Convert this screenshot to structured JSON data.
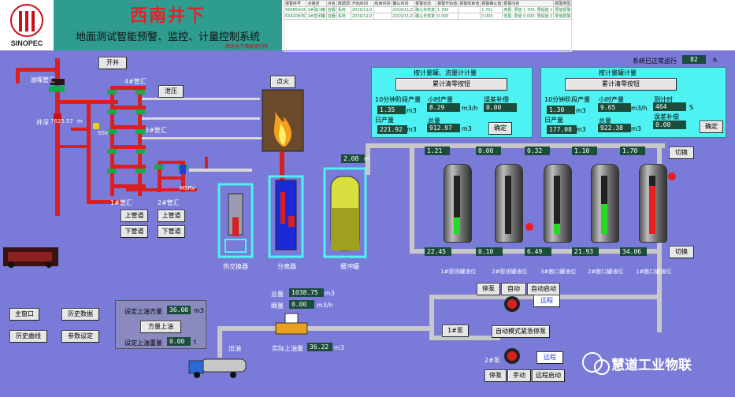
{
  "header": {
    "title": "西南井下",
    "subtitle": "地面测试智能预警、监控、计量控制系统",
    "tag": "西南井下储层研究院"
  },
  "alarm_table": {
    "columns": [
      "报警序号",
      "点描述",
      "点名",
      "数据源",
      "开始时间",
      "结束时间",
      "确认时间",
      "报警状态",
      "报警开始值",
      "报警结束值",
      "报警确认值",
      "报警内容",
      "报警类型"
    ],
    "rows": [
      [
        "56685443",
        "1#融口罐",
        "容器",
        "系统",
        "2019/11/2",
        "",
        "2019/11/2",
        "确认未恢复",
        "1.700",
        "",
        "1.701",
        "高报: 限值 1.700; 限幅值 1",
        "限值报警"
      ],
      [
        "63420836",
        "2#密闭罐",
        "容器",
        "系统",
        "2019/11/2",
        "",
        "2019/11/2",
        "确认未恢复",
        "0.000",
        "",
        "0.000",
        "低报: 限值 0.000; 限幅值 0",
        "限值报警"
      ]
    ]
  },
  "status": {
    "label": "系统已正常运行",
    "value": "82",
    "unit": "h"
  },
  "wellhead": {
    "open_well": "开井",
    "choke": "油嘴管汇",
    "manifold_4": "4#管汇",
    "manifold_3": "3#管汇",
    "manifold_2": "2#管汇",
    "manifold_1": "1#管汇",
    "depth_label": "井深",
    "depth_value": "7635.57",
    "depth_unit": "m",
    "ssv": "SSV",
    "msrv": "MSRV",
    "pressure_relief": "泄压",
    "up_line_1": "上管道",
    "up_line_2": "上管道",
    "down_line_1": "下管道",
    "down_line_2": "下管道"
  },
  "process": {
    "ignite": "点火",
    "heat_exchanger": "热交换器",
    "separator": "分离器",
    "buffer_tank": "缓冲罐",
    "buffer_value": "2.08",
    "buffer_unit": "m"
  },
  "panel_left": {
    "title": "按计量罐、流量计计量",
    "reset_button": "累计清零按钮",
    "ten_min_label": "10分钟阶段产量",
    "ten_min_value": "1.35",
    "hour_label": "小时产量",
    "hour_value": "8.29",
    "error_label": "误差补偿",
    "error_value": "0.00",
    "day_label": "日产量",
    "day_value": "221.92",
    "total_label": "总量",
    "total_value": "912.97",
    "confirm": "确定",
    "unit_m3": "m3",
    "unit_m3h": "m3/h"
  },
  "panel_right": {
    "title": "按计量罐计量",
    "reset_button": "累计清零按钮",
    "ten_min_label": "10分钟阶段产量",
    "ten_min_value": "1.30",
    "hour_label": "小时产量",
    "hour_value": "9.65",
    "measure_time_label": "测计时",
    "measure_time_value": "464",
    "measure_time_unit": "S",
    "day_label": "日产量",
    "day_value": "177.08",
    "total_label": "总量",
    "total_value": "922.38",
    "error_label": "误差补偿",
    "error_value": "0.00",
    "confirm": "确定",
    "unit_m3": "m3",
    "unit_m3h": "m3/h"
  },
  "tanks": [
    {
      "top": "1.21",
      "bottom": "22.45",
      "label": "1#密闭罐液位",
      "level": 0.28,
      "color": "#2ad82a"
    },
    {
      "top": "0.00",
      "bottom": "0.10",
      "label": "2#密闭罐液位",
      "level": 0.0,
      "color": "#2ad82a"
    },
    {
      "top": "0.32",
      "bottom": "6.49",
      "label": "3#敞口罐液位",
      "level": 0.17,
      "color": "#2ad82a"
    },
    {
      "top": "1.10",
      "bottom": "21.93",
      "label": "2#敞口罐液位",
      "level": 0.52,
      "color": "#2ad82a"
    },
    {
      "top": "1.70",
      "bottom": "34.06",
      "label": "1#敞口罐液位",
      "level": 0.82,
      "color": "#e82020"
    }
  ],
  "switch_top": "切换",
  "switch_bottom": "切换",
  "meter": {
    "total_label": "总量",
    "total_value": "1038.75",
    "total_unit": "m3",
    "instant_label": "瞬量",
    "instant_value": "0.00",
    "instant_unit": "m3/h",
    "actual_label": "实际上油量",
    "actual_value": "36.22",
    "actual_unit": "m3",
    "outlet": "出油"
  },
  "oil_settings": {
    "set_label": "设定上油方量",
    "set_value": "36.00",
    "set_unit": "m3",
    "button": "方量上油",
    "weight_label": "设定上油重量",
    "weight_value": "0.00",
    "weight_unit": "t"
  },
  "nav": {
    "main": "主窗口",
    "history_data": "历史数据",
    "history_curve": "历史曲线",
    "params": "参数设定"
  },
  "pumps": {
    "stop_1": "停泵",
    "auto_1": "自动",
    "auto_start_1": "自动启动",
    "remote_1": "远程",
    "pump_1": "1#泵",
    "emergency": "自动模式紧急停泵",
    "pump_2": "2#泵",
    "remote_2": "远程",
    "stop_2": "停泵",
    "manual_2": "手动",
    "auto_start_2": "远程启动"
  },
  "watermark": "慧道工业物联"
}
